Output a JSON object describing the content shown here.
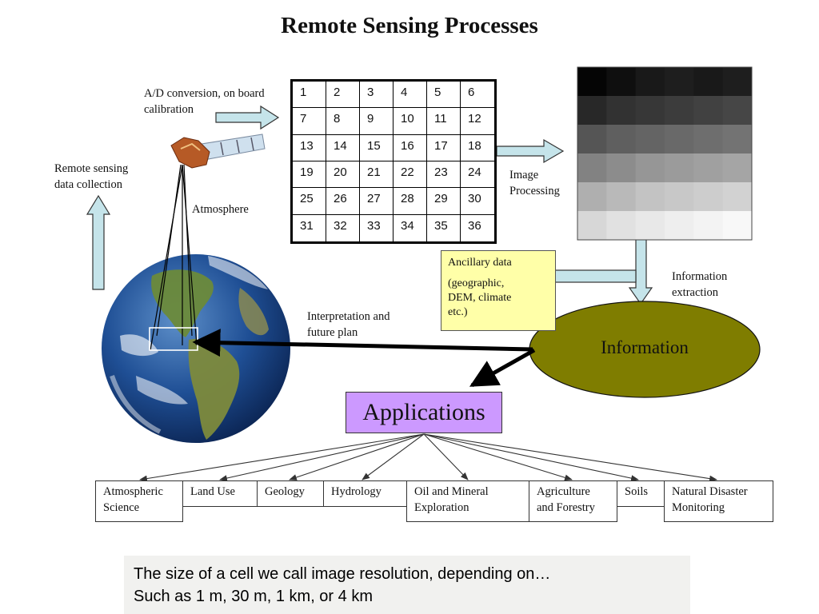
{
  "title": "Remote Sensing Processes",
  "labels": {
    "ad_conversion": [
      "A/D conversion, on board",
      "calibration"
    ],
    "data_collection": [
      "Remote sensing",
      "data collection"
    ],
    "atmosphere": "Atmosphere",
    "image_processing": [
      "Image",
      "Processing"
    ],
    "information_extraction": [
      "Information",
      "extraction"
    ],
    "interpretation": [
      "Interpretation and",
      "future plan"
    ]
  },
  "grid_cells": [
    "1",
    "2",
    "3",
    "4",
    "5",
    "6",
    "7",
    "8",
    "9",
    "10",
    "11",
    "12",
    "13",
    "14",
    "15",
    "16",
    "17",
    "18",
    "19",
    "20",
    "21",
    "22",
    "23",
    "24",
    "25",
    "26",
    "27",
    "28",
    "29",
    "30",
    "31",
    "32",
    "33",
    "34",
    "35",
    "36"
  ],
  "ancillary": {
    "title": "Ancillary data",
    "lines": [
      "(geographic,",
      "DEM, climate",
      "etc.)"
    ]
  },
  "information": "Information",
  "applications": "Applications",
  "categories": [
    [
      "Atmospheric",
      "Science"
    ],
    [
      "Land Use"
    ],
    [
      "Geology"
    ],
    [
      "Hydrology"
    ],
    [
      "Oil and Mineral",
      "Exploration"
    ],
    [
      "Agriculture",
      "and Forestry"
    ],
    [
      "Soils"
    ],
    [
      "Natural Disaster",
      "Monitoring"
    ]
  ],
  "note": [
    "The size of a cell we call image resolution, depending on…",
    "Such as 1 m, 30 m, 1 km, or 4 km"
  ],
  "colors": {
    "arrow_fill": "#c5e4ea",
    "ellipse_fill": "#7f7d00",
    "ancillary_fill": "#ffffa8",
    "applications_fill": "#cc99ff",
    "note_bg": "#f1f1ef"
  },
  "raster_gray_levels": [
    [
      5,
      15,
      25,
      30,
      25,
      30
    ],
    [
      40,
      50,
      55,
      60,
      65,
      70
    ],
    [
      85,
      95,
      100,
      105,
      110,
      115
    ],
    [
      130,
      140,
      150,
      155,
      160,
      165
    ],
    [
      175,
      185,
      195,
      200,
      205,
      210
    ],
    [
      215,
      225,
      232,
      238,
      243,
      248
    ]
  ]
}
